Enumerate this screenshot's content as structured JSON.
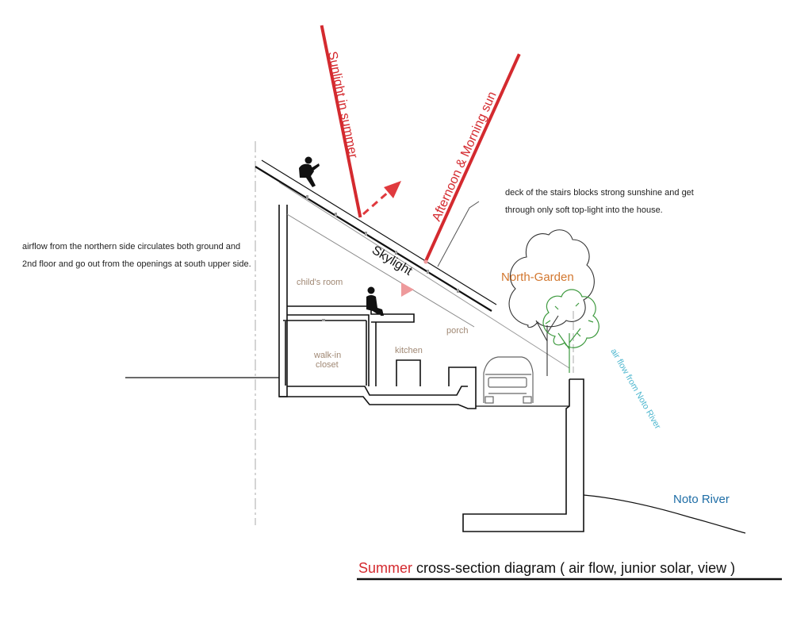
{
  "annotations": {
    "sunlight_summer": "Sunlight in summer",
    "afternoon_morning": "Afternoon & Morning sun",
    "deck_note_line1": "deck of the stairs blocks strong sunshine and get",
    "deck_note_line2": "through only soft top-light into the house.",
    "airflow_note_line1": "airflow from the northern side circulates both ground and",
    "airflow_note_line2": "2nd floor and go out from the openings at south upper side.",
    "skylight": "Skylight",
    "childs_room": "child's room",
    "porch": "porch",
    "walk_in_line1": "walk-in",
    "walk_in_line2": "closet",
    "kitchen": "kitchen",
    "north_garden": "North-Garden",
    "air_flow_river": "air flow from Noto River",
    "noto_river": "Noto River"
  },
  "caption": {
    "highlight": "Summer",
    "rest": " cross-section diagram ( air flow, junior solar, view )"
  },
  "colors": {
    "sun_red": "#d42a2f",
    "arrow_red": "#e03a3e",
    "room_text": "#a08874",
    "garden_orange": "#d2772f",
    "tree_green": "#3e9a3f",
    "airflow_cyan": "#4fb7cf",
    "river_blue": "#1e6da6",
    "line": "#111111"
  }
}
